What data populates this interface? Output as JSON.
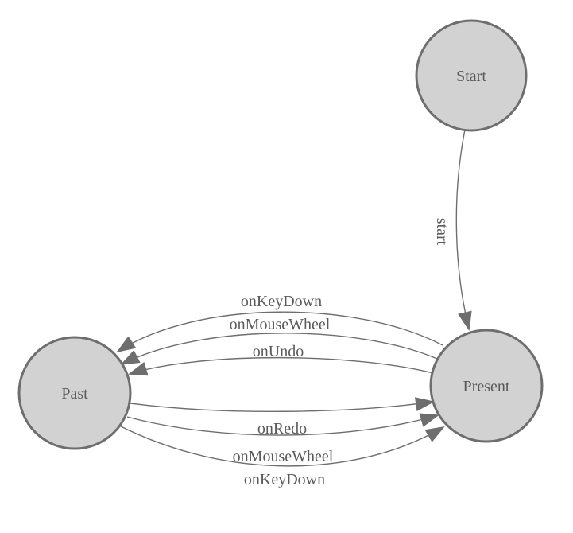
{
  "diagram": {
    "background_color": "#ffffff",
    "node_fill_color": "#d2d2d2",
    "node_border_color": "#6e6e6e",
    "edge_color": "#6e6e6e",
    "label_color": "#5a5a5a",
    "nodes": [
      {
        "id": "start",
        "label": "Start"
      },
      {
        "id": "present",
        "label": "Present"
      },
      {
        "id": "past",
        "label": "Past"
      }
    ],
    "edges": [
      {
        "id": "start-to-present",
        "label": "start",
        "from": "Start",
        "to": "Present"
      },
      {
        "id": "present-to-past-onkeydown",
        "label": "onKeyDown",
        "from": "Present",
        "to": "Past"
      },
      {
        "id": "present-to-past-onmousewheel",
        "label": "onMouseWheel",
        "from": "Present",
        "to": "Past"
      },
      {
        "id": "present-to-past-onundo",
        "label": "onUndo",
        "from": "Present",
        "to": "Past"
      },
      {
        "id": "past-to-present-onredo",
        "label": "onRedo",
        "from": "Past",
        "to": "Present"
      },
      {
        "id": "past-to-present-onmousewheel",
        "label": "onMouseWheel",
        "from": "Past",
        "to": "Present"
      },
      {
        "id": "past-to-present-onkeydown",
        "label": "onKeyDown",
        "from": "Past",
        "to": "Present"
      }
    ]
  }
}
